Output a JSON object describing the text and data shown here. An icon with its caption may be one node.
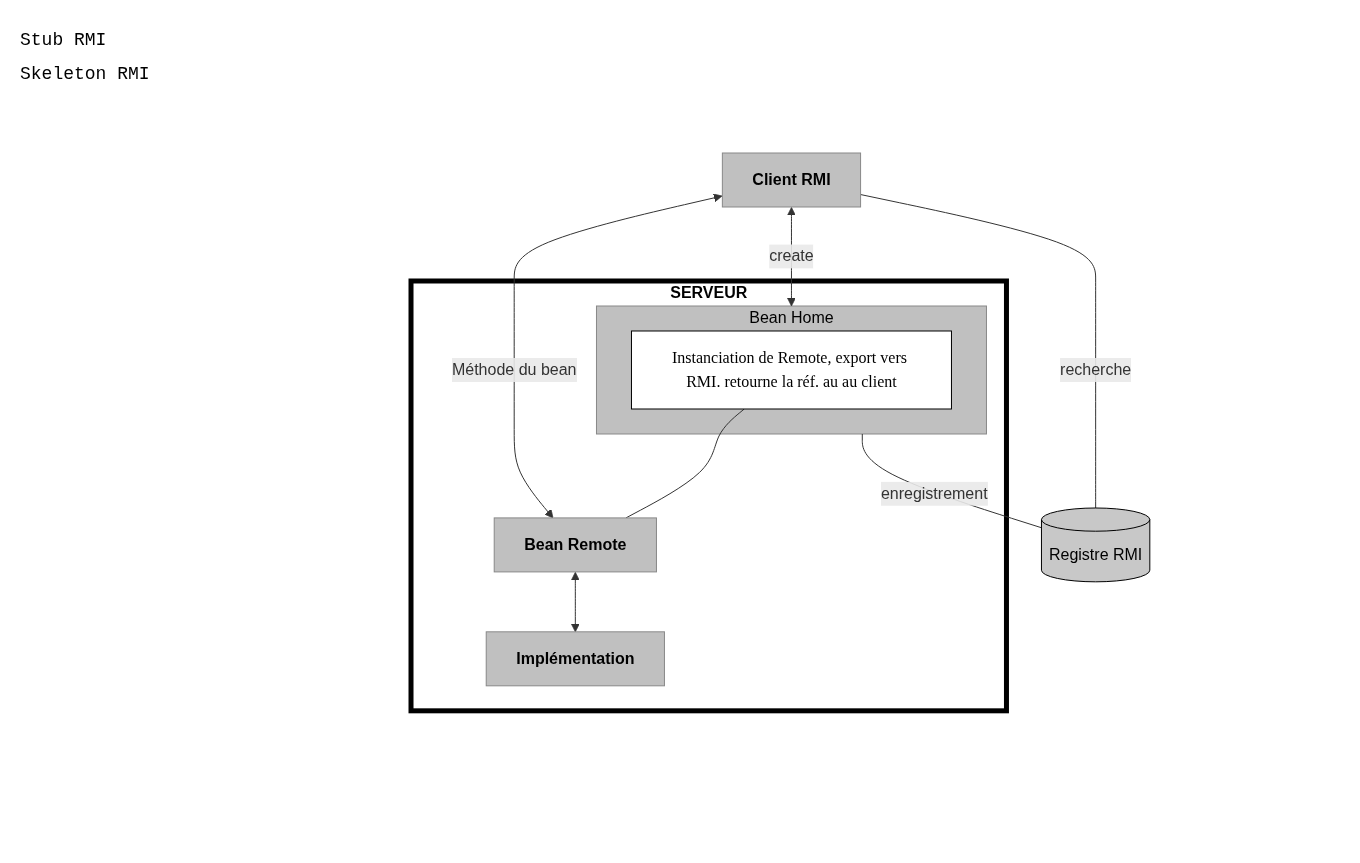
{
  "diagram": {
    "nodes": [
      {
        "text": [
          "Registre RMI"
        ]
      },
      {
        "text": [
          "Client RMI"
        ]
      },
      {
        "text": [
          "SERVEUR"
        ]
      },
      {
        "text": [
          "Bean Home"
        ],
        "in": 2
      },
      {
        "text": [
          "Instanciation de Remote, export vers RMI. retourne la réf. au au client"
        ],
        "in": 3
      },
      {
        "text": [
          "Bean Remote"
        ],
        "in": 2
      },
      {
        "text": [
          "Implémentation"
        ],
        "in": 2
      }
    ],
    "edges": [
      {
        "from": 1,
        "to": 0,
        "arrow": "none",
        "label": "recherche"
      },
      {
        "from": 3,
        "to": 0,
        "arrow": "none",
        "label": "enregistrement"
      },
      {
        "from": 1,
        "to": 3,
        "arrow": "both",
        "label": "create"
      },
      {
        "from": 1,
        "to": 5,
        "arrow": "both",
        "label": "Méthode du bean"
      },
      {
        "from": 4,
        "to": 5,
        "arrow": "none"
      },
      {
        "from": 5,
        "to": 6,
        "arrow": "both"
      }
    ],
    "labels": [
      "Stub RMI",
      "Skeleton RMI"
    ]
  }
}
